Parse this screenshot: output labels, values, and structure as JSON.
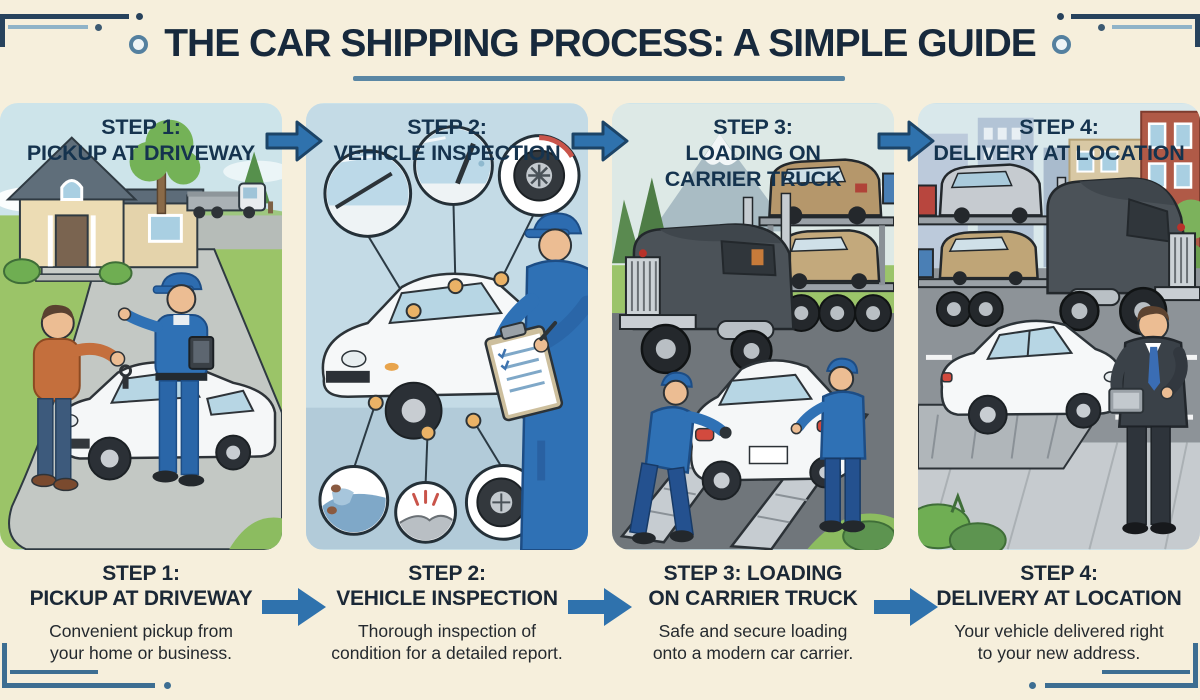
{
  "palette": {
    "background": "#f6efdc",
    "title_navy": "#17293c",
    "header_navy": "#15334e",
    "caption_navy": "#1b2836",
    "arrow_blue": "#2f72ad",
    "underline_blue": "#5b87a4",
    "ornament_navy": "#27425c",
    "ornament_steel": "#3d6e92"
  },
  "title": {
    "text": "THE CAR SHIPPING PROCESS: A SIMPLE GUIDE"
  },
  "icons": {
    "step_arrow": "right-arrow",
    "title_dot": "ring-dot"
  },
  "steps": [
    {
      "header_lines": [
        "STEP 1:",
        "PICKUP AT DRIVEWAY"
      ],
      "caption_lines": [
        "STEP 1:",
        "PICKUP AT DRIVEWAY"
      ],
      "desc_lines": [
        "Convenient pickup from",
        "your home or business."
      ],
      "illustration_alt": "Customer handing car keys to a uniformed driver with a tablet beside a white car in a driveway; house, tree and small truck behind"
    },
    {
      "header_lines": [
        "STEP 2:",
        "VEHICLE INSPECTION"
      ],
      "caption_lines": [
        "STEP 2:",
        "VEHICLE INSPECTION"
      ],
      "desc_lines": [
        "Thorough inspection of",
        "condition for a detailed report."
      ],
      "illustration_alt": "Inspector with a checklist clipboard examining a white car; magnifier callouts show windshield, wiper, wheel, paint chips, a dent and a tire"
    },
    {
      "header_lines": [
        "STEP 3:",
        "LOADING ON",
        "CARRIER TRUCK"
      ],
      "caption_lines": [
        "STEP 3: LOADING",
        "ON CARRIER TRUCK"
      ],
      "desc_lines": [
        "Safe and secure loading",
        "onto a modern car carrier."
      ],
      "illustration_alt": "Two workers guiding a white car up ramps onto a dark multi-car carrier truck with mountains and pines behind"
    },
    {
      "header_lines": [
        "STEP 4:",
        "DELIVERY AT LOCATION"
      ],
      "caption_lines": [
        "STEP 4:",
        "DELIVERY AT LOCATION"
      ],
      "desc_lines": [
        "Your vehicle delivered right",
        "to your new address."
      ],
      "illustration_alt": "White car coming off a car carrier on a city street while a man in a suit holding a tablet confirms delivery"
    }
  ]
}
